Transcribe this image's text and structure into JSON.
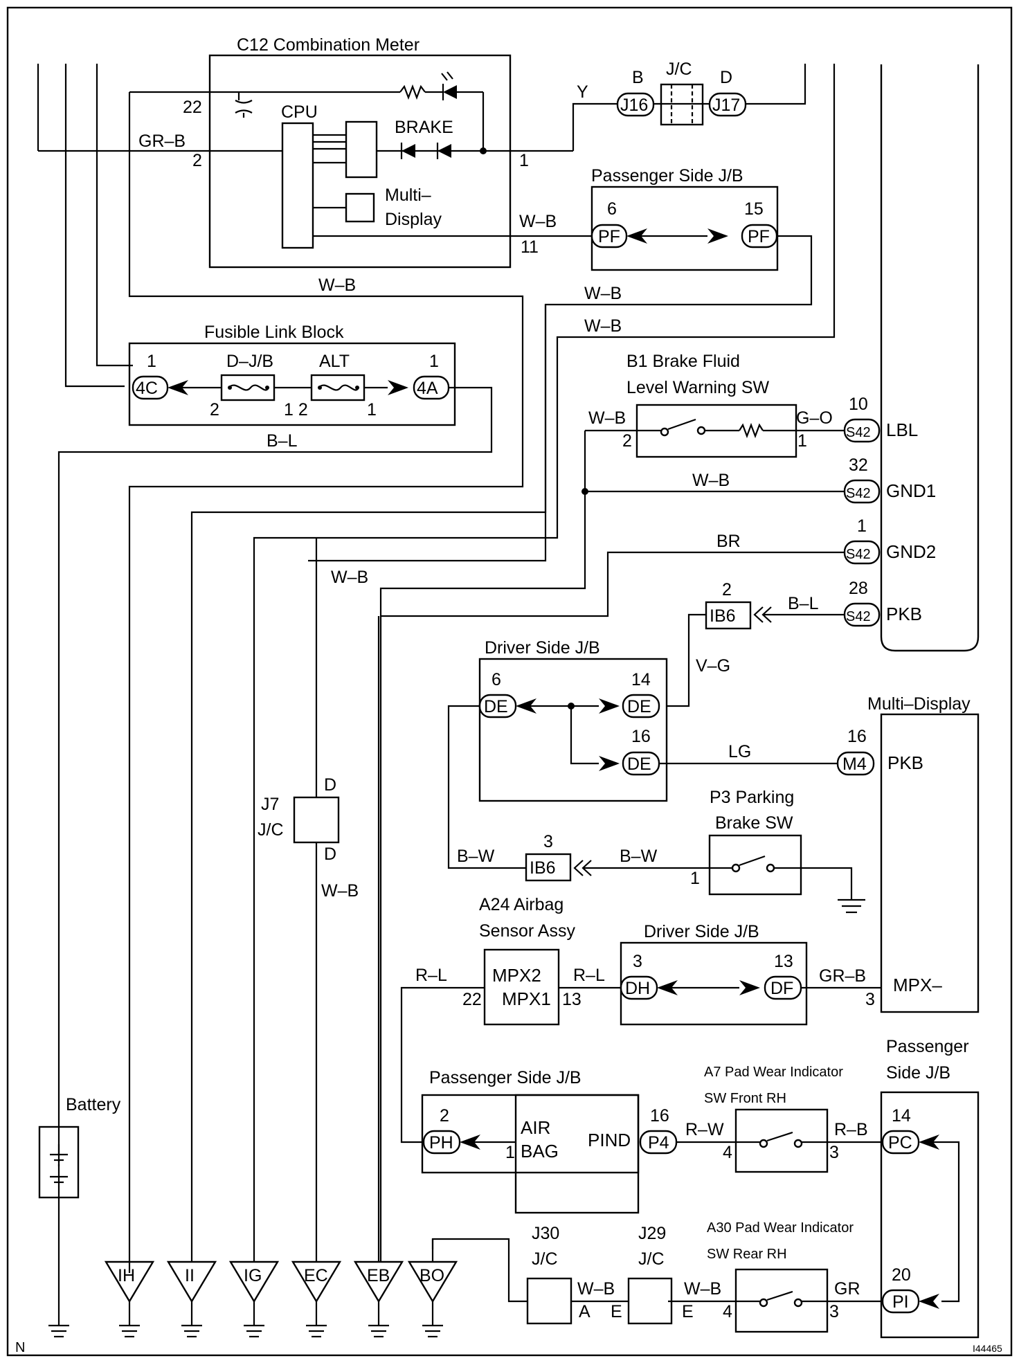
{
  "components": {
    "combination_meter": {
      "title": "C12 Combination Meter",
      "cpu": "CPU",
      "brake": "BRAKE",
      "multi_display_line1": "Multi–",
      "multi_display_line2": "Display"
    },
    "jc_top": {
      "title": "J/C",
      "pin_b": "B",
      "pin_d": "D",
      "conn_left": "J16",
      "conn_right": "J17"
    },
    "passenger_jb_top": {
      "title": "Passenger Side J/B",
      "pin_left": "6",
      "pin_right": "15",
      "conn": "PF"
    },
    "fusible_link_block": {
      "title": "Fusible Link Block",
      "fuse1": "D–J/B",
      "fuse2": "ALT",
      "conn_left": "4C",
      "conn_right": "4A",
      "pin1": "1",
      "pin2": "2"
    },
    "brake_fluid_sw": {
      "title_line1": "B1 Brake Fluid",
      "title_line2": "Level Warning SW"
    },
    "combo_connector": {
      "name": "S42",
      "pins": [
        {
          "num": "10",
          "label": "LBL"
        },
        {
          "num": "32",
          "label": "GND1"
        },
        {
          "num": "1",
          "label": "GND2"
        },
        {
          "num": "28",
          "label": "PKB"
        }
      ]
    },
    "ib6": {
      "name": "IB6",
      "pin_top": "2",
      "pin_mid": "3"
    },
    "driver_jb_mid": {
      "title": "Driver Side J/B",
      "conn": "DE",
      "pin_left": "6",
      "pin_right_top": "14",
      "pin_right_bottom": "16"
    },
    "multi_display": {
      "title": "Multi–Display",
      "conn": "M4",
      "pin": "16",
      "pkb": "PKB",
      "mpx": "MPX–",
      "mpx_pin": "3"
    },
    "parking_brake_sw": {
      "title_line1": "P3 Parking",
      "title_line2": "Brake SW",
      "pin": "1"
    },
    "j7_jc": {
      "line1": "J7",
      "line2": "J/C",
      "pin": "D"
    },
    "airbag_sensor": {
      "title_line1": "A24 Airbag",
      "title_line2": "Sensor Assy",
      "mpx2": "MPX2",
      "mpx1": "MPX1",
      "pin_left": "22",
      "pin_right": "13"
    },
    "driver_jb_low": {
      "title": "Driver Side J/B",
      "conn_left": "DH",
      "conn_right": "DF",
      "pin_left": "3",
      "pin_right": "13"
    },
    "passenger_jb_low": {
      "title": "Passenger Side J/B",
      "conn": "PH",
      "pin": "2",
      "air": "AIR",
      "bag": "BAG",
      "pind": "PIND",
      "p4": "P4",
      "p4_pin": "16",
      "bag_pin": "1"
    },
    "pad_front": {
      "title_line1": "A7  Pad Wear Indicator",
      "title_line2": "SW Front  RH",
      "pin_left": "4",
      "pin_right": "3"
    },
    "passenger_jb_right": {
      "title_line1": "Passenger",
      "title_line2": "Side J/B",
      "conn_top": "PC",
      "pin_top": "14",
      "conn_bottom": "PI",
      "pin_bottom": "20"
    },
    "pad_rear": {
      "title_line1": "A30 Pad Wear Indicator",
      "title_line2": "SW Rear RH",
      "pin_left": "4",
      "pin_right": "3"
    },
    "j30": {
      "line1": "J30",
      "line2": "J/C",
      "pin": "A"
    },
    "j29": {
      "line1": "J29",
      "line2": "J/C",
      "pin": "E"
    },
    "battery": {
      "label": "Battery"
    }
  },
  "wires": {
    "gr_b": "GR–B",
    "y": "Y",
    "w_b": "W–B",
    "b_l": "B–L",
    "g_o": "G–O",
    "br": "BR",
    "v_g": "V–G",
    "lg": "LG",
    "b_w": "B–W",
    "r_l": "R–L",
    "r_w": "R–W",
    "r_b": "R–B",
    "gr": "GR"
  },
  "pins": {
    "p22": "22",
    "p2": "2",
    "p1": "1",
    "p11": "11",
    "p12": "1 2",
    "e": "E",
    "p4": "4",
    "p3": "3"
  },
  "grounds": [
    "IH",
    "II",
    "IG",
    "EC",
    "EB",
    "BO"
  ],
  "footer": {
    "corner": "N",
    "code": "I44465"
  }
}
